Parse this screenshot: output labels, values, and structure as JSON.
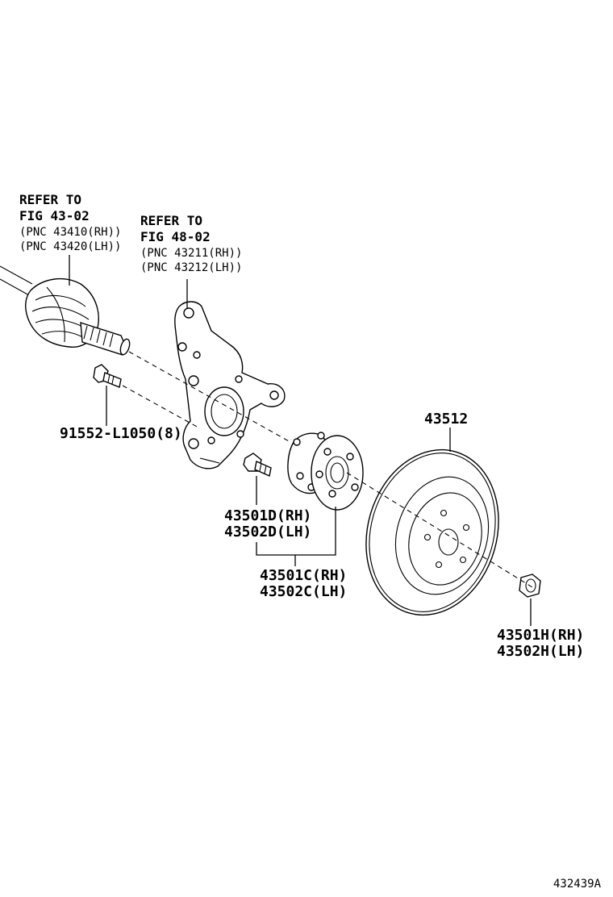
{
  "refer_axle": {
    "line1": "REFER TO",
    "line2": "FIG 43-02",
    "line3": "(PNC 43410(RH))",
    "line4": "(PNC 43420(LH))"
  },
  "refer_knuckle": {
    "line1": "REFER TO",
    "line2": "FIG 48-02",
    "line3": "(PNC 43211(RH))",
    "line4": "(PNC 43212(LH))"
  },
  "parts": {
    "bolt": "91552-L1050(8)",
    "disc": "43512",
    "hub_bolt_rh": "43501D(RH)",
    "hub_bolt_lh": "43502D(LH)",
    "hub_rh": "43501C(RH)",
    "hub_lh": "43502C(LH)",
    "nut_rh": "43501H(RH)",
    "nut_lh": "43502H(LH)"
  },
  "figure_id": "432439A"
}
